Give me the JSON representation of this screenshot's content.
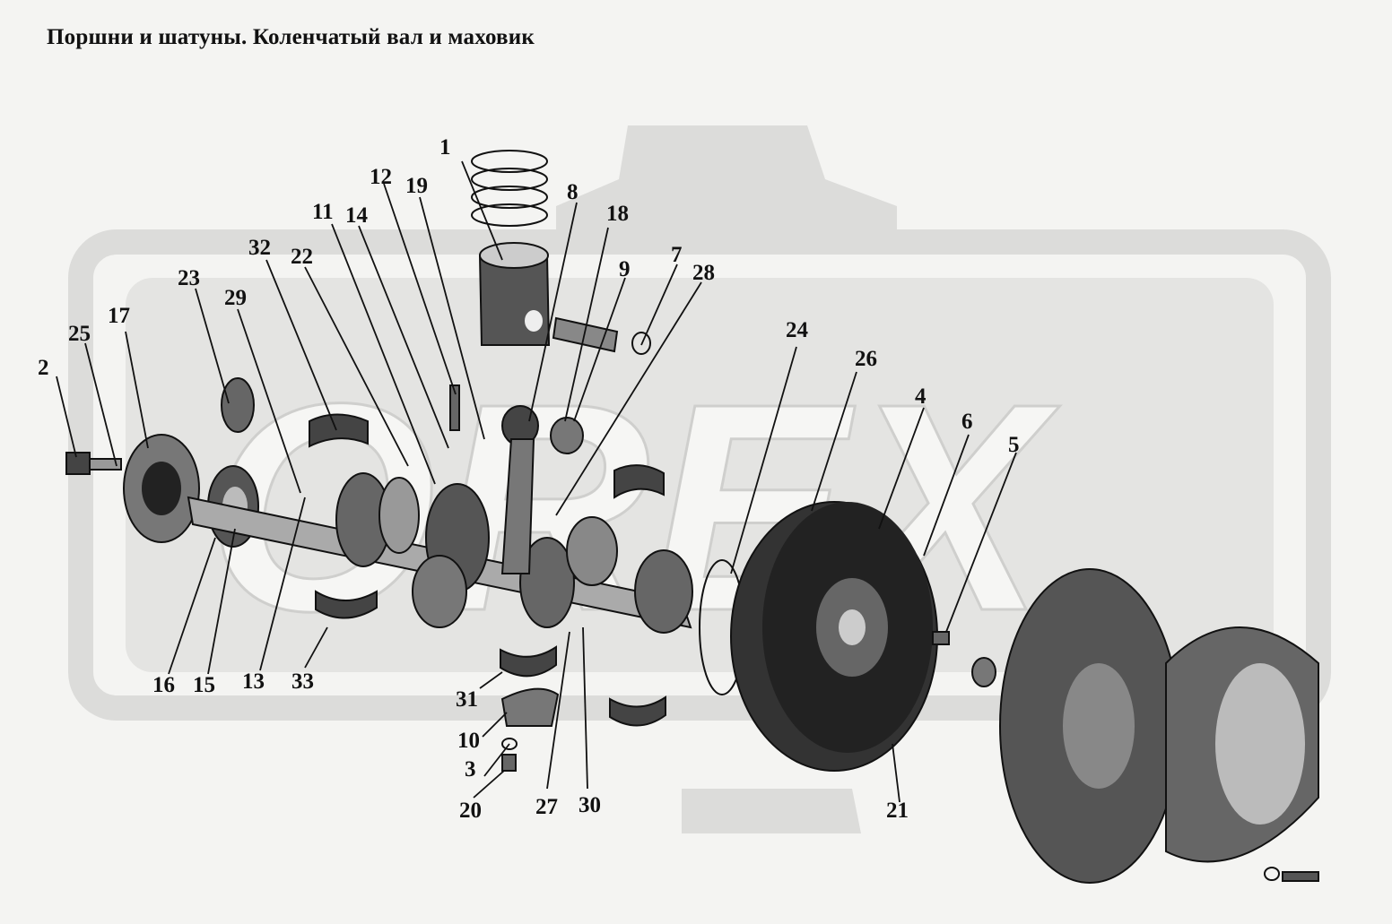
{
  "title": "Поршни и шатуны. Коленчатый вал и маховик",
  "watermark": {
    "text": "OREX",
    "color": "#d6d6d4"
  },
  "callouts": [
    "1",
    "2",
    "3",
    "4",
    "5",
    "6",
    "7",
    "8",
    "9",
    "10",
    "11",
    "12",
    "13",
    "14",
    "15",
    "16",
    "17",
    "18",
    "19",
    "20",
    "21",
    "22",
    "23",
    "24",
    "25",
    "26",
    "27",
    "28",
    "29",
    "30",
    "31",
    "32",
    "33"
  ]
}
